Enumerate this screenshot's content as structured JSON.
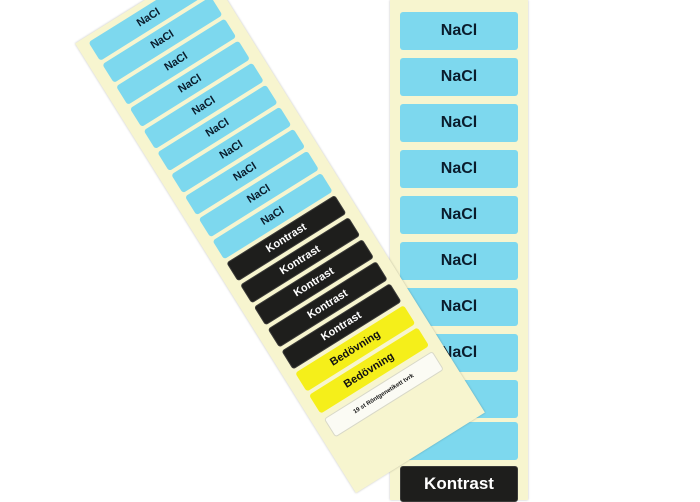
{
  "right_strip": {
    "labels": [
      "NaCl",
      "NaCl",
      "NaCl",
      "NaCl",
      "NaCl",
      "NaCl",
      "NaCl",
      "NaCl"
    ],
    "bottom_label": "Kontrast"
  },
  "tilted_strip": {
    "nacl_labels": [
      "NaCl",
      "NaCl",
      "NaCl",
      "NaCl",
      "NaCl",
      "NaCl",
      "NaCl",
      "NaCl",
      "NaCl",
      "NaCl"
    ],
    "kontrast_labels": [
      "Kontrast",
      "Kontrast",
      "Kontrast",
      "Kontrast",
      "Kontrast"
    ],
    "bedovning_labels": [
      "Bedövning",
      "Bedövning"
    ],
    "note_label": "19 st Röntgenetikett tvrk"
  },
  "colors": {
    "nacl_blue": "#7dd8ee",
    "kontrast_black": "#1e1e1c",
    "bedovning_yellow": "#f5ef1a",
    "backing_cream": "#f7f5cf"
  }
}
